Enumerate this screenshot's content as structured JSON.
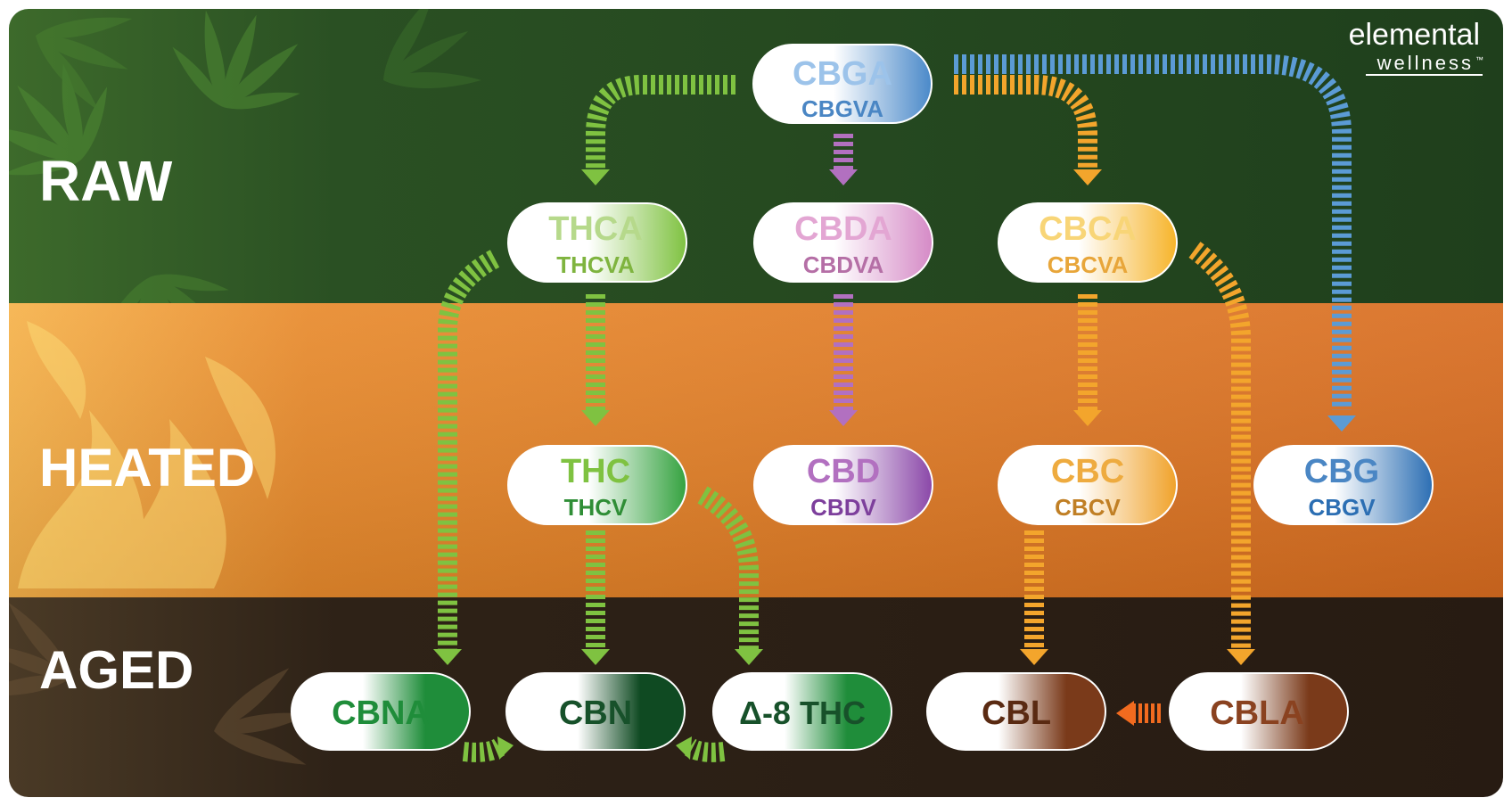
{
  "brand": {
    "line1": "elemental",
    "line2": "wellness",
    "tm": "™"
  },
  "bands": [
    {
      "id": "raw",
      "label": "RAW"
    },
    {
      "id": "heated",
      "label": "HEATED"
    },
    {
      "id": "aged",
      "label": "AGED"
    }
  ],
  "colors": {
    "raw_bg": "#23441f",
    "heated_bg": "#db7423",
    "aged_bg": "#2b1f15",
    "green": "#7fc241",
    "dark_green": "#17512a",
    "mid_green": "#1f8d3a",
    "purple": "#b270c0",
    "deep_purple": "#7d3f9c",
    "pink": "#d98ec9",
    "yellow": "#f4b22a",
    "orange": "#f3a52c",
    "blue": "#5b9bd5",
    "deep_blue": "#2b6eb3",
    "brown": "#7a3a1a",
    "arrow_orange_red": "#f26b1f"
  },
  "compounds": [
    {
      "id": "cbga",
      "main": "CBGA",
      "sub": "CBGVA",
      "colorKey": "blue",
      "stage": "raw"
    },
    {
      "id": "thca",
      "main": "THCA",
      "sub": "THCVA",
      "colorKey": "green",
      "stage": "raw"
    },
    {
      "id": "cbda",
      "main": "CBDA",
      "sub": "CBDVA",
      "colorKey": "pink",
      "stage": "raw"
    },
    {
      "id": "cbca",
      "main": "CBCA",
      "sub": "CBCVA",
      "colorKey": "yellow",
      "stage": "raw"
    },
    {
      "id": "thc",
      "main": "THC",
      "sub": "THCV",
      "colorKey": "green",
      "stage": "heated"
    },
    {
      "id": "cbd",
      "main": "CBD",
      "sub": "CBDV",
      "colorKey": "purple",
      "stage": "heated"
    },
    {
      "id": "cbc",
      "main": "CBC",
      "sub": "CBCV",
      "colorKey": "orange",
      "stage": "heated"
    },
    {
      "id": "cbg",
      "main": "CBG",
      "sub": "CBGV",
      "colorKey": "blue",
      "stage": "heated"
    },
    {
      "id": "cbna",
      "main": "CBNA",
      "sub": "",
      "colorKey": "mid_green",
      "stage": "aged"
    },
    {
      "id": "cbn",
      "main": "CBN",
      "sub": "",
      "colorKey": "dark_green",
      "stage": "aged"
    },
    {
      "id": "d8thc",
      "main": "Δ-8 THC",
      "sub": "",
      "colorKey": "mid_green",
      "stage": "aged"
    },
    {
      "id": "cbl",
      "main": "CBL",
      "sub": "",
      "colorKey": "brown",
      "stage": "aged"
    },
    {
      "id": "cbla",
      "main": "CBLA",
      "sub": "",
      "colorKey": "brown",
      "stage": "aged"
    }
  ],
  "conversions": [
    {
      "from": "cbga",
      "to": "thca",
      "colorKey": "green"
    },
    {
      "from": "cbga",
      "to": "cbda",
      "colorKey": "purple"
    },
    {
      "from": "cbga",
      "to": "cbca",
      "colorKey": "orange"
    },
    {
      "from": "cbga",
      "to": "cbg",
      "colorKey": "blue"
    },
    {
      "from": "thca",
      "to": "cbna",
      "colorKey": "green"
    },
    {
      "from": "thca",
      "to": "thc",
      "colorKey": "green"
    },
    {
      "from": "cbda",
      "to": "cbd",
      "colorKey": "purple"
    },
    {
      "from": "cbca",
      "to": "cbc",
      "colorKey": "orange"
    },
    {
      "from": "cbca",
      "to": "cbla",
      "colorKey": "orange"
    },
    {
      "from": "thc",
      "to": "cbn",
      "colorKey": "green"
    },
    {
      "from": "thc",
      "to": "d8thc",
      "colorKey": "green"
    },
    {
      "from": "cbc",
      "to": "cbl",
      "colorKey": "orange"
    },
    {
      "from": "cbna",
      "to": "cbn",
      "colorKey": "green"
    },
    {
      "from": "d8thc",
      "to": "cbn",
      "colorKey": "green"
    },
    {
      "from": "cbla",
      "to": "cbl",
      "colorKey": "arrow_orange_red"
    }
  ]
}
